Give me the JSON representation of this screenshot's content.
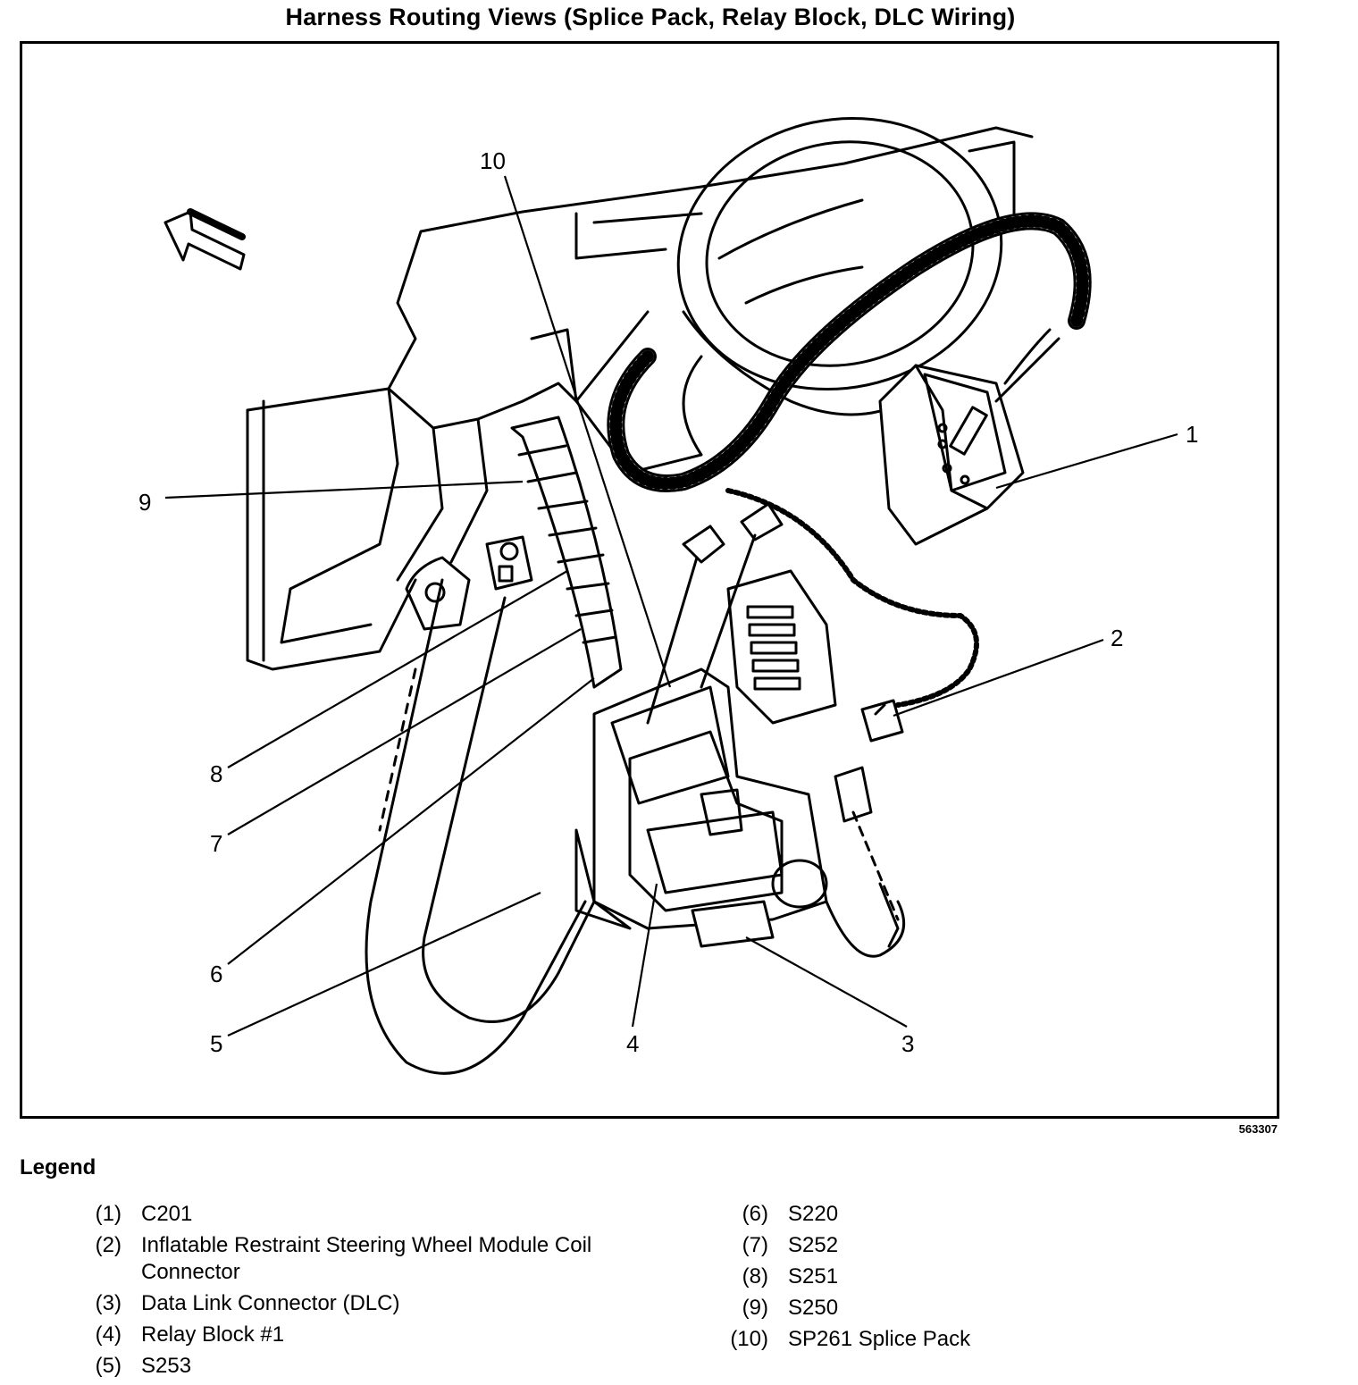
{
  "title": "Harness Routing Views (Splice Pack, Relay Block, DLC Wiring)",
  "figure_id": "563307",
  "callouts": [
    "1",
    "2",
    "3",
    "4",
    "5",
    "6",
    "7",
    "8",
    "9",
    "10"
  ],
  "legend": {
    "title": "Legend",
    "left": [
      {
        "num": "(1)",
        "text": "C201"
      },
      {
        "num": "(2)",
        "text": "Inflatable Restraint Steering Wheel Module Coil Connector"
      },
      {
        "num": "(3)",
        "text": "Data Link Connector (DLC)"
      },
      {
        "num": "(4)",
        "text": "Relay Block #1"
      },
      {
        "num": "(5)",
        "text": "S253"
      }
    ],
    "right": [
      {
        "num": "(6)",
        "text": "S220"
      },
      {
        "num": "(7)",
        "text": "S252"
      },
      {
        "num": "(8)",
        "text": "S251"
      },
      {
        "num": "(9)",
        "text": "S250"
      },
      {
        "num": "(10)",
        "text": "SP261 Splice Pack"
      }
    ]
  }
}
